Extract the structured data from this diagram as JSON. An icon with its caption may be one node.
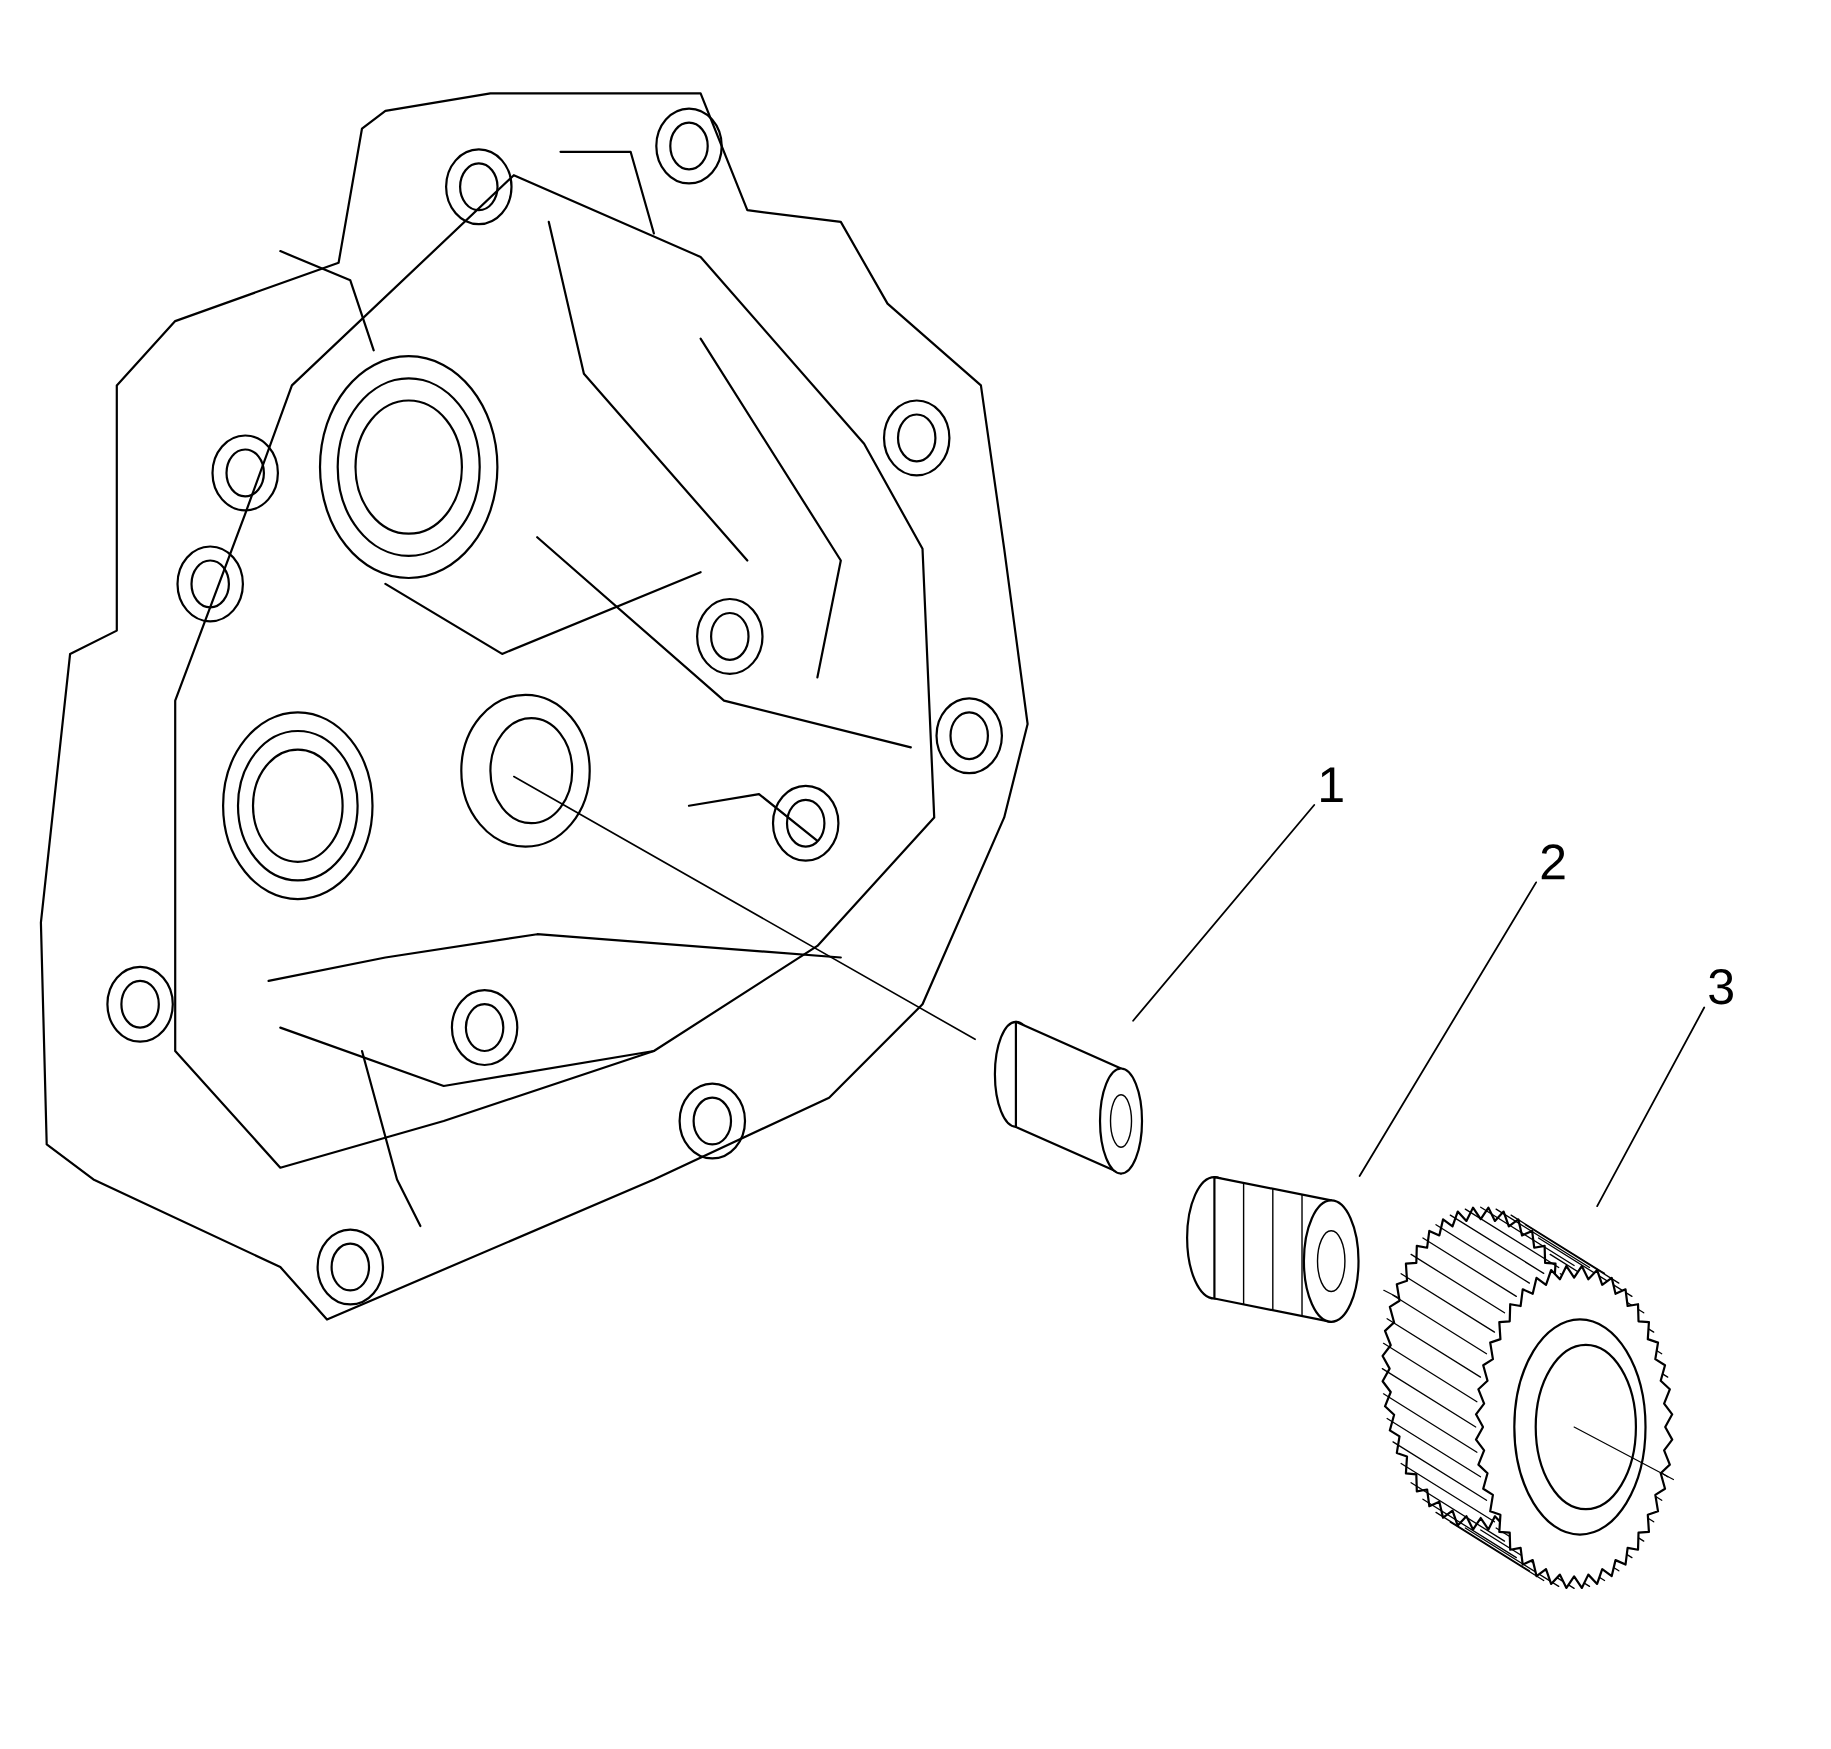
{
  "diagram": {
    "nodes": [
      {
        "text": [
          "1"
        ]
      },
      {
        "text": [
          "2"
        ]
      },
      {
        "text": [
          "3"
        ]
      },
      {
        "text": [],
        "shape": "cylinder"
      },
      {
        "text": [],
        "shape": "cylinder"
      },
      {
        "text": [],
        "shape": "picture"
      }
    ],
    "edges": [
      {
        "from": 0,
        "to": 3,
        "arrow": "none"
      },
      {
        "from": 1,
        "to": 4,
        "arrow": "none"
      },
      {
        "from": 2,
        "to": 5,
        "arrow": "none"
      }
    ]
  }
}
